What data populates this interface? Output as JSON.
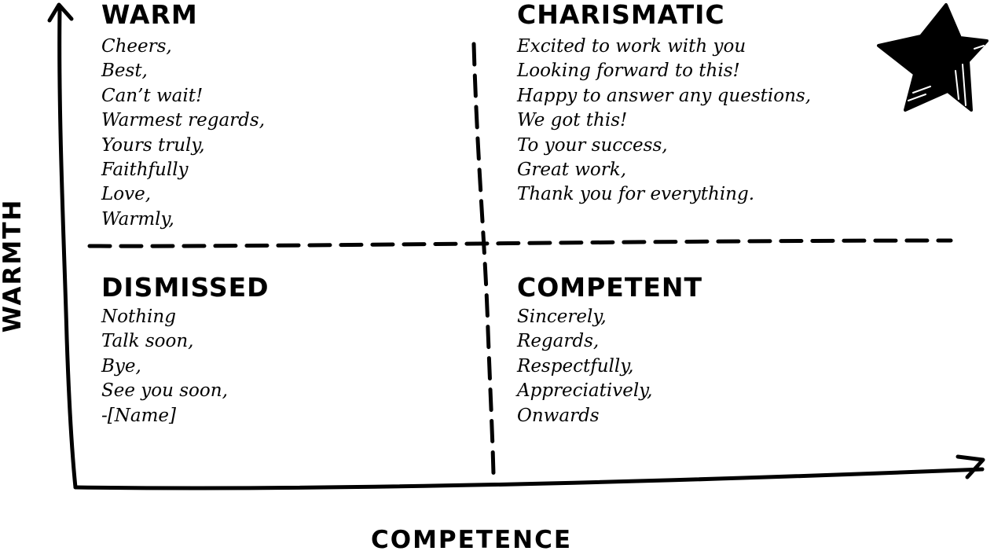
{
  "axes": {
    "y_label": "WARMTH",
    "x_label": "COMPETENCE"
  },
  "quadrants": {
    "warm": {
      "title": "WARM",
      "items": [
        "Cheers,",
        "Best,",
        "Can’t wait!",
        "Warmest regards,",
        "Yours truly,",
        "Faithfully",
        "Love,",
        "Warmly,"
      ]
    },
    "charismatic": {
      "title": "CHARISMATIC",
      "items": [
        "Excited to work with you",
        "Looking forward to this!",
        "Happy to answer any questions,",
        "We got this!",
        "To your success,",
        "Great work,",
        "Thank you for everything."
      ]
    },
    "dismissed": {
      "title": "DISMISSED",
      "items": [
        "Nothing",
        "Talk soon,",
        "Bye,",
        "See you soon,",
        "-[Name]"
      ]
    },
    "competent": {
      "title": "COMPETENT",
      "items": [
        "Sincerely,",
        "Regards,",
        "Respectfully,",
        "Appreciatively,",
        "Onwards"
      ]
    }
  },
  "icons": {
    "corner": "star-icon"
  },
  "colors": {
    "ink": "#000000",
    "background": "#ffffff"
  }
}
